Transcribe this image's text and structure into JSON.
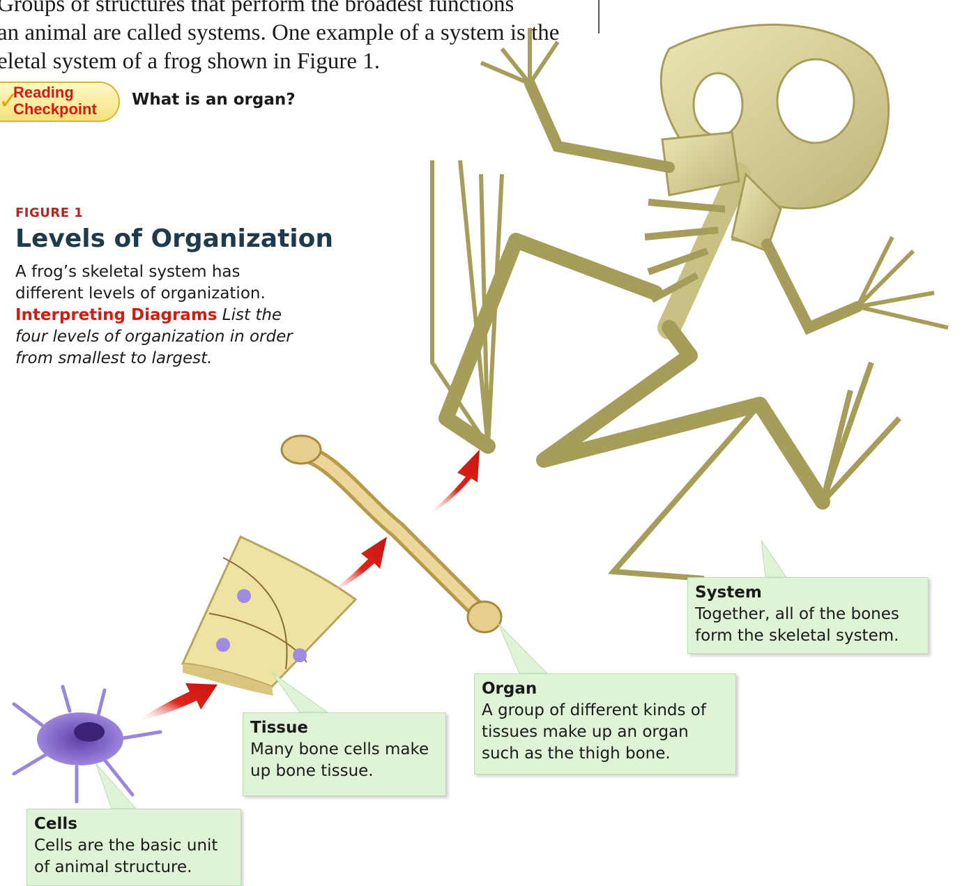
{
  "intro": {
    "line1": "Groups of structures that perform the broadest functions",
    "line2": "an animal are called systems. One example of a system is the",
    "line3": "eletal system of a frog shown in Figure 1."
  },
  "reading_checkpoint": {
    "label_line1": "Reading",
    "label_line2": "Checkpoint",
    "question": "What is an organ?"
  },
  "figure": {
    "label": "FIGURE 1",
    "title": "Levels of Organization",
    "caption": "A frog’s skeletal system has different levels of organization.",
    "prompt_label": "Interpreting Diagrams",
    "prompt_text": "List the four levels of organization in order from smallest to largest."
  },
  "levels": {
    "cells": {
      "title": "Cells",
      "text": "Cells are the basic unit of animal structure."
    },
    "tissue": {
      "title": "Tissue",
      "text": "Many bone cells make up bone tissue."
    },
    "organ": {
      "title": "Organ",
      "text": "A group of different kinds of tissues make up an organ such as the thigh bone."
    },
    "system": {
      "title": "System",
      "text": "Together, all of the bones form the skeletal system."
    }
  },
  "colors": {
    "accent_red": "#d21b12",
    "label_box": "#dff4d7",
    "bone": "#d9d39a",
    "cell": "#8a6fd0"
  }
}
